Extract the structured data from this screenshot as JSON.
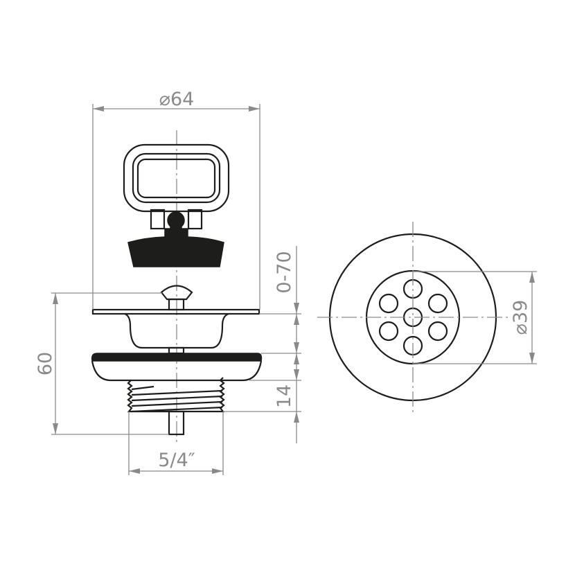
{
  "title": "Sink waste plug dimension drawing",
  "dimensions": {
    "flange_diameter": "⌀64",
    "stopper_range": "0-70",
    "total_height": "60",
    "thread_length": "14",
    "thread_size": "5/4″",
    "grate_diameter": "⌀39"
  },
  "colors": {
    "line": "#1d1d1b",
    "dimension": "#8a8a8a"
  }
}
